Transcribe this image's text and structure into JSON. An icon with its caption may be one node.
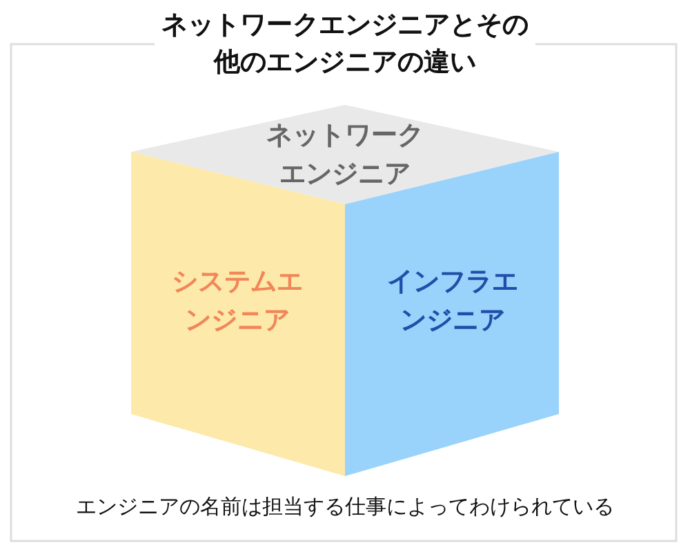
{
  "diagram": {
    "title": "ネットワークエンジニアとその他のエンジニアの違い",
    "caption": "エンジニアの名前は担当する仕事によってわけられている",
    "nodes": [
      {
        "text": [
          "ネットワークエンジニア"
        ]
      },
      {
        "text": [
          "システムエンジニア"
        ]
      },
      {
        "text": [
          "インフラエンジニア"
        ]
      }
    ],
    "edges": []
  }
}
